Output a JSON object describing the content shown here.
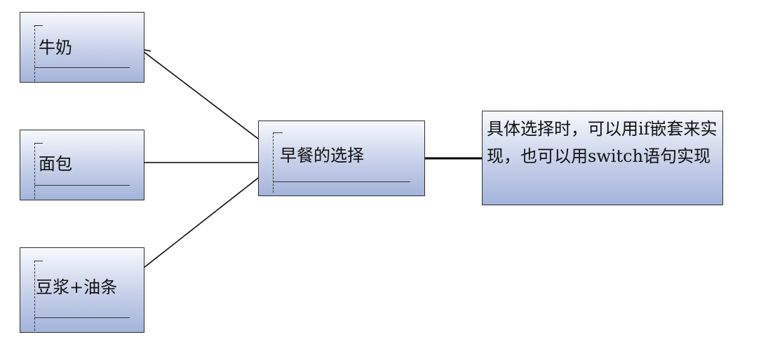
{
  "diagram": {
    "center": {
      "label": "早餐的选择"
    },
    "options": [
      {
        "label": "牛奶"
      },
      {
        "label": "面包"
      },
      {
        "label": "豆浆+油条"
      }
    ],
    "note": {
      "text": "具体选择时，可以用if嵌套来实现，也可以用switch语句实现"
    },
    "colors": {
      "box_fill_top": "#f7f9fd",
      "box_fill_bottom": "#a4b4da",
      "border": "#2f2f2f",
      "line": "#000000"
    }
  }
}
